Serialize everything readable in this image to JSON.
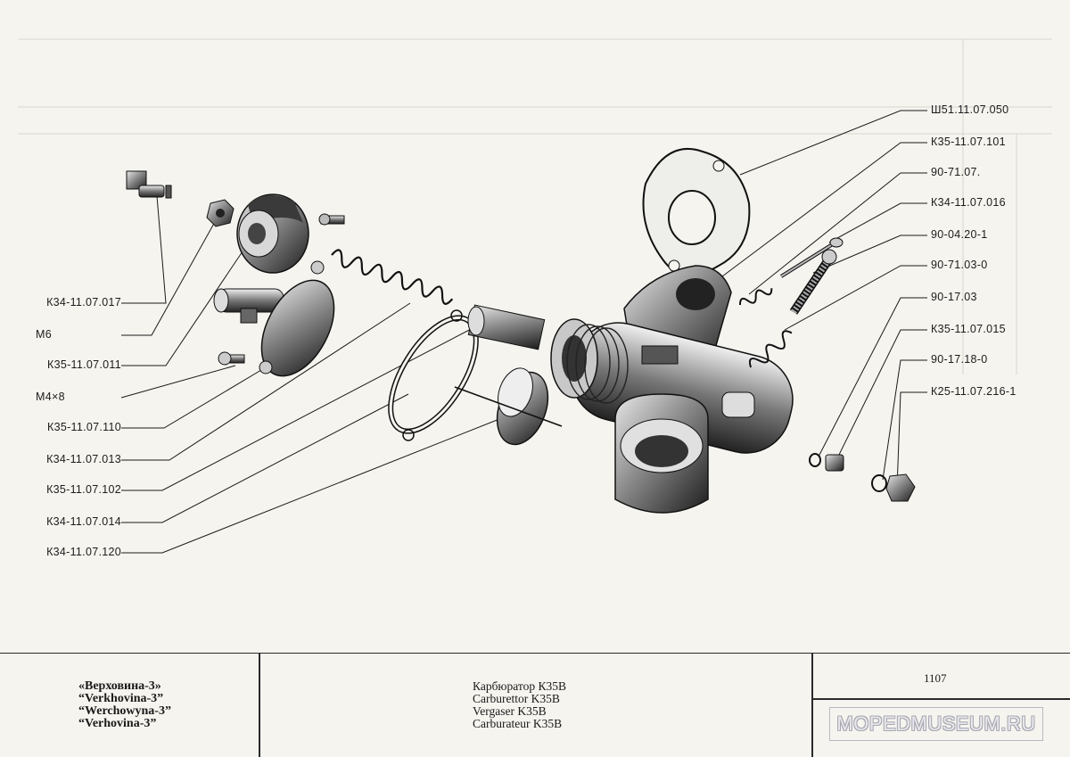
{
  "callouts_left": [
    "К34-11.07.017",
    "М6",
    "К35-11.07.011",
    "М4×8",
    "К35-11.07.110",
    "К34-11.07.013",
    "К35-11.07.102",
    "К34-11.07.014",
    "К34-11.07.120"
  ],
  "callouts_right": [
    "Ш51.11.07.050",
    "К35-11.07.101",
    "90-71.07.",
    "К34-11.07.016",
    "90-04.20-1",
    "90-71.03-0",
    "90-17.03",
    "К35-11.07.015",
    "90-17.18-0",
    "К25-11.07.216-1"
  ],
  "title_block": {
    "models": [
      "«Верховина-3»",
      "“Verkhovina-3”",
      "“Werchowyna-3”",
      "“Verhovina-3”"
    ],
    "part_names": [
      "Карбюратор К35В",
      "Carburettor K35B",
      "Vergaser K35B",
      "Carburateur K35B"
    ],
    "sheet_number": "1107"
  },
  "watermark": "MOPEDMUSEUM.RU",
  "colors": {
    "ink": "#1a1a1a",
    "paper": "#f6f4ef",
    "part_fill": "#7d7d7d"
  }
}
